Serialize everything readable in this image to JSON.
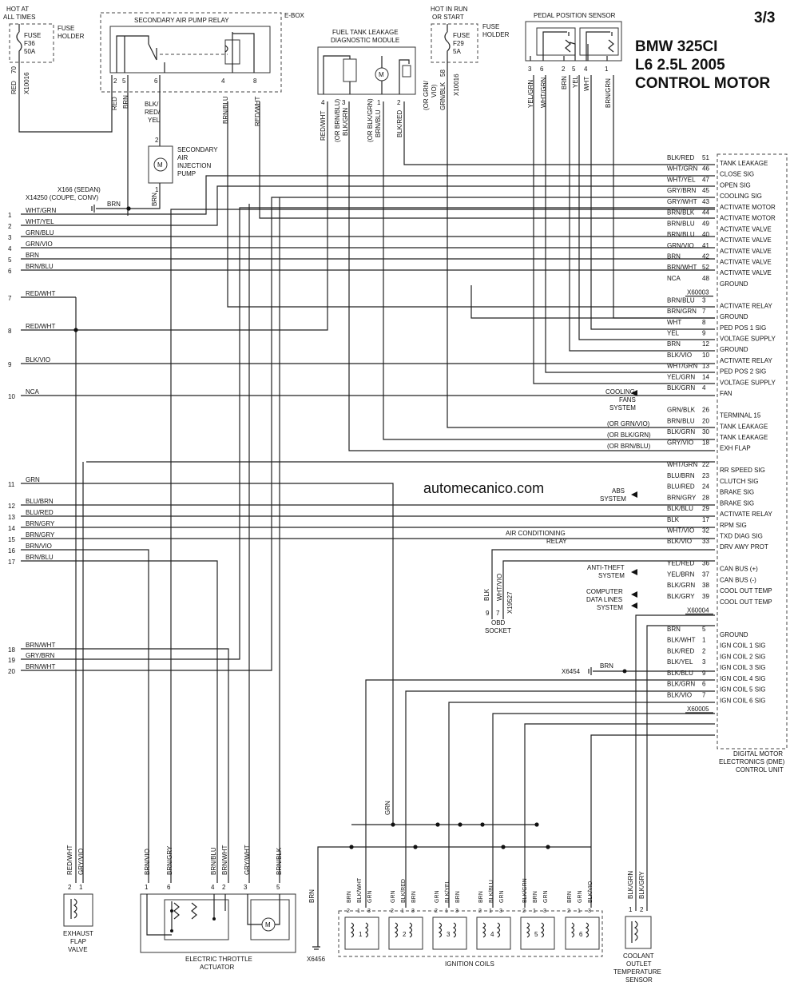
{
  "title": {
    "l1": "BMW 325CI",
    "l2": "L6 2.5L 2005",
    "l3": "CONTROL  MOTOR",
    "page": "3/3"
  },
  "watermark": "automecanico.com",
  "top": {
    "hot_all_1": "HOT AT",
    "hot_all_2": "ALL TIMES",
    "fuse_f36_1": "FUSE",
    "fuse_f36_2": "F36",
    "fuse_f36_3": "50A",
    "fuse_holder_1": "FUSE",
    "fuse_holder_2": "HOLDER",
    "w_red": "RED",
    "w_70": "70",
    "conn_x10016": "X10016",
    "relay": "SECONDARY AIR PUMP RELAY",
    "ebox": "E-BOX",
    "relay_pins": [
      "2",
      "5",
      "6",
      "4",
      "8"
    ],
    "relay_w": [
      "RED",
      "BRN",
      "BLK/",
      "RED/",
      "YEL",
      "BRN/BLU",
      "RED/WHT"
    ],
    "pump": [
      "SECONDARY",
      "AIR",
      "INJECTION",
      "PUMP"
    ],
    "pump_pin2": "2",
    "pump_pin1": "1",
    "pump_brn": "BRN",
    "x166": "X166 (SEDAN)",
    "x14250": "X14250 (COUPE, CONV)",
    "gnd_brn": "BRN",
    "ftl": [
      "FUEL TANK LEAKAGE",
      "DIAGNOSTIC MODULE"
    ],
    "ftl_pins": [
      "4",
      "3",
      "1",
      "2"
    ],
    "ftl_w": [
      "RED/WHT",
      "(OR BRN/BLU)",
      "BLK/GRN",
      "(OR BLK/GRN)",
      "BRN/BLU",
      "BLK/RED"
    ],
    "hot_run_1": "HOT IN RUN",
    "hot_run_2": "OR START",
    "fuse_f29_1": "FUSE",
    "fuse_f29_2": "F29",
    "fuse_f29_3": "5A",
    "fuse_holder2_1": "FUSE",
    "fuse_holder2_2": "HOLDER",
    "w_orgrn": "(OR GRN/",
    "w_vio": "VIO)",
    "w_grnblk": "GRN/BLK",
    "w_58": "58",
    "conn_x10016b": "X10016",
    "pps": "PEDAL POSITION SENSOR",
    "pps_pins": [
      "3",
      "6",
      "2",
      "5",
      "4",
      "1"
    ],
    "pps_w": [
      "YEL/GRN",
      "WHT/GRN",
      "BRN",
      "YEL",
      "WHT",
      "BRN/GRN"
    ],
    "motor_m": "M"
  },
  "dme_rows": [
    {
      "w": "BLK/RED",
      "p": "51",
      "f": "TANK LEAKAGE"
    },
    {
      "w": "WHT/GRN",
      "p": "46",
      "f": "CLOSE SIG"
    },
    {
      "w": "WHT/YEL",
      "p": "47",
      "f": "OPEN SIG"
    },
    {
      "w": "GRY/BRN",
      "p": "45",
      "f": "COOLING SIG"
    },
    {
      "w": "GRY/WHT",
      "p": "43",
      "f": "ACTIVATE MOTOR"
    },
    {
      "w": "BRN/BLK",
      "p": "44",
      "f": "ACTIVATE MOTOR"
    },
    {
      "w": "BRN/BLU",
      "p": "49",
      "f": "ACTIVATE VALVE"
    },
    {
      "w": "BRN/BLU",
      "p": "40",
      "f": "ACTIVATE VALVE"
    },
    {
      "w": "GRN/VIO",
      "p": "41",
      "f": "ACTIVATE VALVE"
    },
    {
      "w": "BRN",
      "p": "42",
      "f": "ACTIVATE VALVE"
    },
    {
      "w": "BRN/WHT",
      "p": "52",
      "f": "ACTIVATE VALVE"
    },
    {
      "w": "NCA",
      "p": "48",
      "f": "GROUND"
    },
    {
      "c": "X60003"
    },
    {
      "w": "BRN/BLU",
      "p": "3",
      "f": "ACTIVATE RELAY"
    },
    {
      "w": "BRN/GRN",
      "p": "7",
      "f": "GROUND"
    },
    {
      "w": "WHT",
      "p": "8",
      "f": "PED POS 1 SIG"
    },
    {
      "w": "YEL",
      "p": "9",
      "f": "VOLTAGE SUPPLY"
    },
    {
      "w": "BRN",
      "p": "12",
      "f": "GROUND"
    },
    {
      "w": "BLK/VIO",
      "p": "10",
      "f": "ACTIVATE RELAY"
    },
    {
      "w": "WHT/GRN",
      "p": "13",
      "f": "PED POS 2 SIG"
    },
    {
      "w": "YEL/GRN",
      "p": "14",
      "f": "VOLTAGE SUPPLY"
    },
    {
      "w": "BLK/GRN",
      "p": "4",
      "f": "FAN"
    },
    {
      "w": "",
      "p": "",
      "f": ""
    },
    {
      "w": "GRN/BLK",
      "p": "26",
      "f": "TERMINAL 15"
    },
    {
      "w": "BRN/BLU",
      "p": "20",
      "f": "TANK LEAKAGE"
    },
    {
      "w": "BLK/GRN",
      "p": "30",
      "f": "TANK LEAKAGE"
    },
    {
      "w": "GRY/VIO",
      "p": "18",
      "f": "EXH FLAP"
    },
    {
      "w": "",
      "p": "",
      "f": ""
    },
    {
      "w": "WHT/GRN",
      "p": "22",
      "f": "RR SPEED SIG"
    },
    {
      "w": "BLU/BRN",
      "p": "23",
      "f": "CLUTCH SIG"
    },
    {
      "w": "BLU/RED",
      "p": "24",
      "f": "BRAKE SIG"
    },
    {
      "w": "BRN/GRY",
      "p": "28",
      "f": "BRAKE SIG"
    },
    {
      "w": "BLK/BLU",
      "p": "29",
      "f": "ACTIVATE RELAY"
    },
    {
      "w": "BLK",
      "p": "17",
      "f": "RPM SIG"
    },
    {
      "w": "WHT/VIO",
      "p": "32",
      "f": "TXD DIAG SIG"
    },
    {
      "w": "BLK/VIO",
      "p": "33",
      "f": "DRV AWY PROT"
    },
    {
      "w": "",
      "p": "",
      "f": ""
    },
    {
      "w": "YEL/RED",
      "p": "36",
      "f": "CAN BUS (+)"
    },
    {
      "w": "YEL/BRN",
      "p": "37",
      "f": "CAN BUS (-)"
    },
    {
      "w": "BLK/GRN",
      "p": "38",
      "f": "COOL OUT TEMP"
    },
    {
      "w": "BLK/GRY",
      "p": "39",
      "f": "COOL OUT TEMP"
    },
    {
      "c": "X60004"
    },
    {
      "w": "",
      "p": "",
      "f": ""
    },
    {
      "w": "BRN",
      "p": "5",
      "f": "GROUND"
    },
    {
      "w": "BLK/WHT",
      "p": "1",
      "f": "IGN COIL 1 SIG"
    },
    {
      "w": "BLK/RED",
      "p": "2",
      "f": "IGN COIL 2 SIG"
    },
    {
      "w": "BLK/YEL",
      "p": "3",
      "f": "IGN COIL 3 SIG"
    },
    {
      "w": "BLK/BLU",
      "p": "9",
      "f": "IGN COIL 4 SIG"
    },
    {
      "w": "BLK/GRN",
      "p": "6",
      "f": "IGN COIL 5 SIG"
    },
    {
      "w": "BLK/VIO",
      "p": "7",
      "f": "IGN COIL 6 SIG"
    },
    {
      "c": "X60005"
    }
  ],
  "dme_name": [
    "DIGITAL MOTOR",
    "ELECTRONICS (DME)",
    "CONTROL UNIT"
  ],
  "or_labels": [
    "(OR GRN/VIO)",
    "(OR BLK/GRN)",
    "(OR BRN/BLU)"
  ],
  "cooling_fans": [
    "COOLING",
    "FANS",
    "SYSTEM"
  ],
  "abs": [
    "ABS",
    "SYSTEM"
  ],
  "ac": [
    "AIR CONDITIONING",
    "RELAY"
  ],
  "anti": [
    "ANTI-THEFT",
    "SYSTEM"
  ],
  "comp": [
    "COMPUTER",
    "DATA LINES",
    "SYSTEM"
  ],
  "obd": {
    "w1": "BLK",
    "w2": "WHT/VIO",
    "c": "X19527",
    "p1": "9",
    "p2": "7",
    "n1": "OBD",
    "n2": "SOCKET"
  },
  "x6454": "X6454",
  "x6454_w": "BRN",
  "left_rows": [
    {
      "n": "1",
      "w": "WHT/GRN"
    },
    {
      "n": "2",
      "w": "WHT/YEL"
    },
    {
      "n": "3",
      "w": "GRN/BLU"
    },
    {
      "n": "4",
      "w": "GRN/VIO"
    },
    {
      "n": "5",
      "w": "BRN"
    },
    {
      "n": "6",
      "w": "BRN/BLU"
    },
    {
      "n": "7",
      "w": "RED/WHT"
    },
    {
      "n": "8",
      "w": "RED/WHT"
    },
    {
      "n": "9",
      "w": "BLK/VIO"
    },
    {
      "n": "10",
      "w": "NCA"
    },
    {
      "n": "11",
      "w": "GRN"
    },
    {
      "n": "12",
      "w": "BLU/BRN"
    },
    {
      "n": "13",
      "w": "BLU/RED"
    },
    {
      "n": "14",
      "w": "BRN/GRY"
    },
    {
      "n": "15",
      "w": "BRN/GRY"
    },
    {
      "n": "16",
      "w": "BRN/VIO"
    },
    {
      "n": "17",
      "w": "BRN/BLU"
    },
    {
      "n": "18",
      "w": "BRN/WHT"
    },
    {
      "n": "19",
      "w": "GRY/BRN"
    },
    {
      "n": "20",
      "w": "BRN/WHT"
    }
  ],
  "bottom": {
    "flap_w": [
      "RED/WHT",
      "GRY/VIO"
    ],
    "flap_p": [
      "2",
      "1"
    ],
    "flap_n": [
      "EXHAUST",
      "FLAP",
      "VALVE"
    ],
    "eta_w": [
      "BRN/VIO",
      "BRN/GRY",
      "BRN/BLU",
      "BRN/WHT",
      "GRY/WHT",
      "BRN/BLK"
    ],
    "eta_p": [
      "1",
      "6",
      "4",
      "2",
      "3",
      "5"
    ],
    "eta_n": [
      "ELECTRIC THROTTLE",
      "ACTUATOR"
    ],
    "x6456": "X6456",
    "x6456_w": "BRN",
    "grn_label": "GRN",
    "coil_w": [
      [
        "BRN",
        "BLK/WHT",
        "GRN"
      ],
      [
        "GRN",
        "BLK/RED",
        "BRN"
      ],
      [
        "GRN",
        "BLK/YEL",
        "BRN"
      ],
      [
        "BRN",
        "BLK/BLU",
        "GRN"
      ],
      [
        "BLK/GRN",
        "BRN",
        "GRN"
      ],
      [
        "BRN",
        "GRN",
        "BLK/VIO"
      ]
    ],
    "coil_p": [
      "2",
      "1",
      "3"
    ],
    "coil_n": "IGNITION COILS",
    "coil_nums": [
      "1",
      "2",
      "3",
      "4",
      "5",
      "6"
    ],
    "ects_w": [
      "BLK/GRN",
      "BLK/GRY"
    ],
    "ects_p": [
      "1",
      "2"
    ],
    "ects_n": [
      "COOLANT",
      "OUTLET",
      "TEMPERATURE",
      "SENSOR"
    ]
  }
}
